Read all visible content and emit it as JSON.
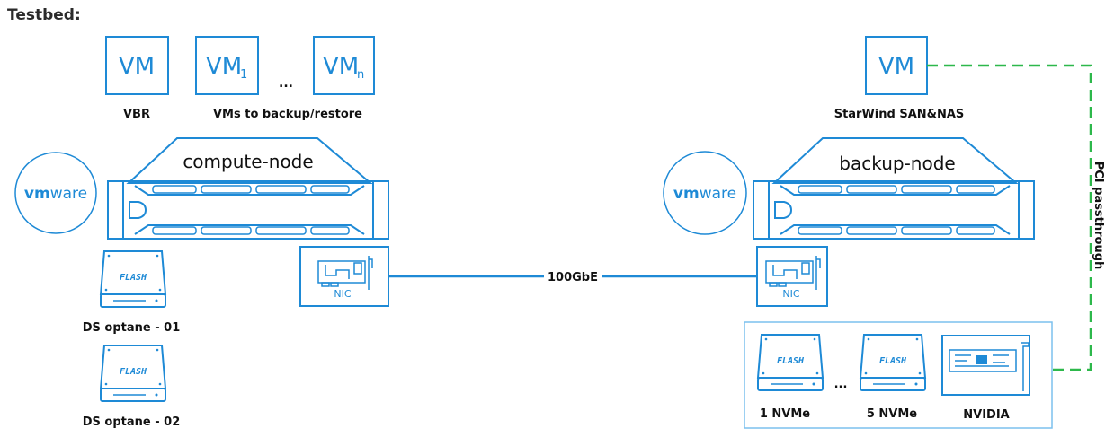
{
  "title": "Testbed:",
  "colors": {
    "diagram_blue": "#1e8ad6",
    "pci_green": "#2db84b"
  },
  "vms": {
    "vbr": {
      "box": "VM",
      "label": "VBR"
    },
    "vm1": {
      "box": "VM",
      "sub": "1"
    },
    "ellipsis": "...",
    "vmn": {
      "box": "VM",
      "sub": "n"
    },
    "group_label": "VMs to backup/restore",
    "starwind": {
      "box": "VM",
      "label": "StarWind SAN&NAS"
    }
  },
  "nodes": {
    "compute": {
      "label": "compute-node",
      "hypervisor_logo": "vmware",
      "nic_label": "NIC"
    },
    "backup": {
      "label": "backup-node",
      "hypervisor_logo": "vmware",
      "nic_label": "NIC"
    }
  },
  "link_label": "100GbE",
  "pci_label": "PCI passthrough",
  "flash_text": "FLASH",
  "datastores": [
    "DS optane - 01",
    "DS optane - 02"
  ],
  "backup_storage": {
    "first": "1 NVMe",
    "ellipsis": "...",
    "last": "5 NVMe",
    "gpu": "NVIDIA"
  }
}
